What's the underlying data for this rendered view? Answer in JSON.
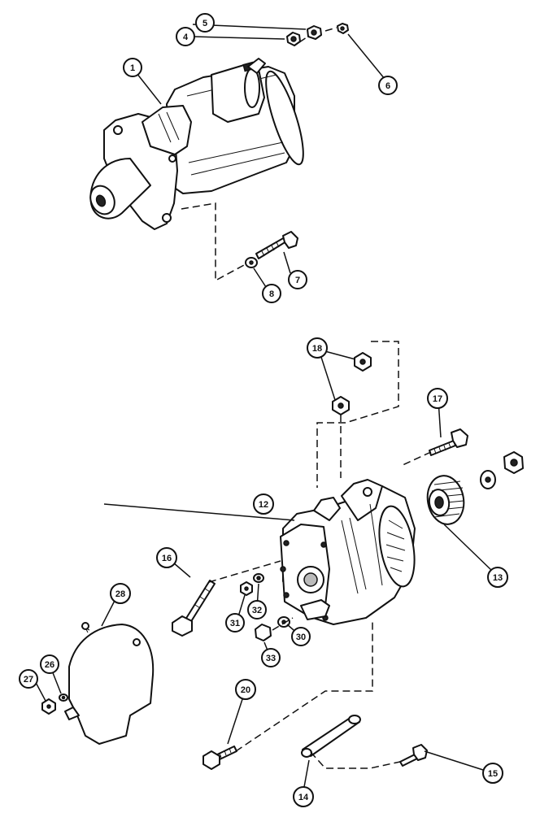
{
  "callouts": [
    {
      "id": "c1",
      "label": "1"
    },
    {
      "id": "c4",
      "label": "4"
    },
    {
      "id": "c5",
      "label": "5"
    },
    {
      "id": "c6",
      "label": "6"
    },
    {
      "id": "c7",
      "label": "7"
    },
    {
      "id": "c8",
      "label": "8"
    },
    {
      "id": "c12",
      "label": "12"
    },
    {
      "id": "c13",
      "label": "13"
    },
    {
      "id": "c14",
      "label": "14"
    },
    {
      "id": "c15",
      "label": "15"
    },
    {
      "id": "c16",
      "label": "16"
    },
    {
      "id": "c17",
      "label": "17"
    },
    {
      "id": "c18",
      "label": "18"
    },
    {
      "id": "c20",
      "label": "20"
    },
    {
      "id": "c26",
      "label": "26"
    },
    {
      "id": "c27",
      "label": "27"
    },
    {
      "id": "c28",
      "label": "28"
    },
    {
      "id": "c30",
      "label": "30"
    },
    {
      "id": "c31",
      "label": "31"
    },
    {
      "id": "c32",
      "label": "32"
    },
    {
      "id": "c33",
      "label": "33"
    }
  ]
}
